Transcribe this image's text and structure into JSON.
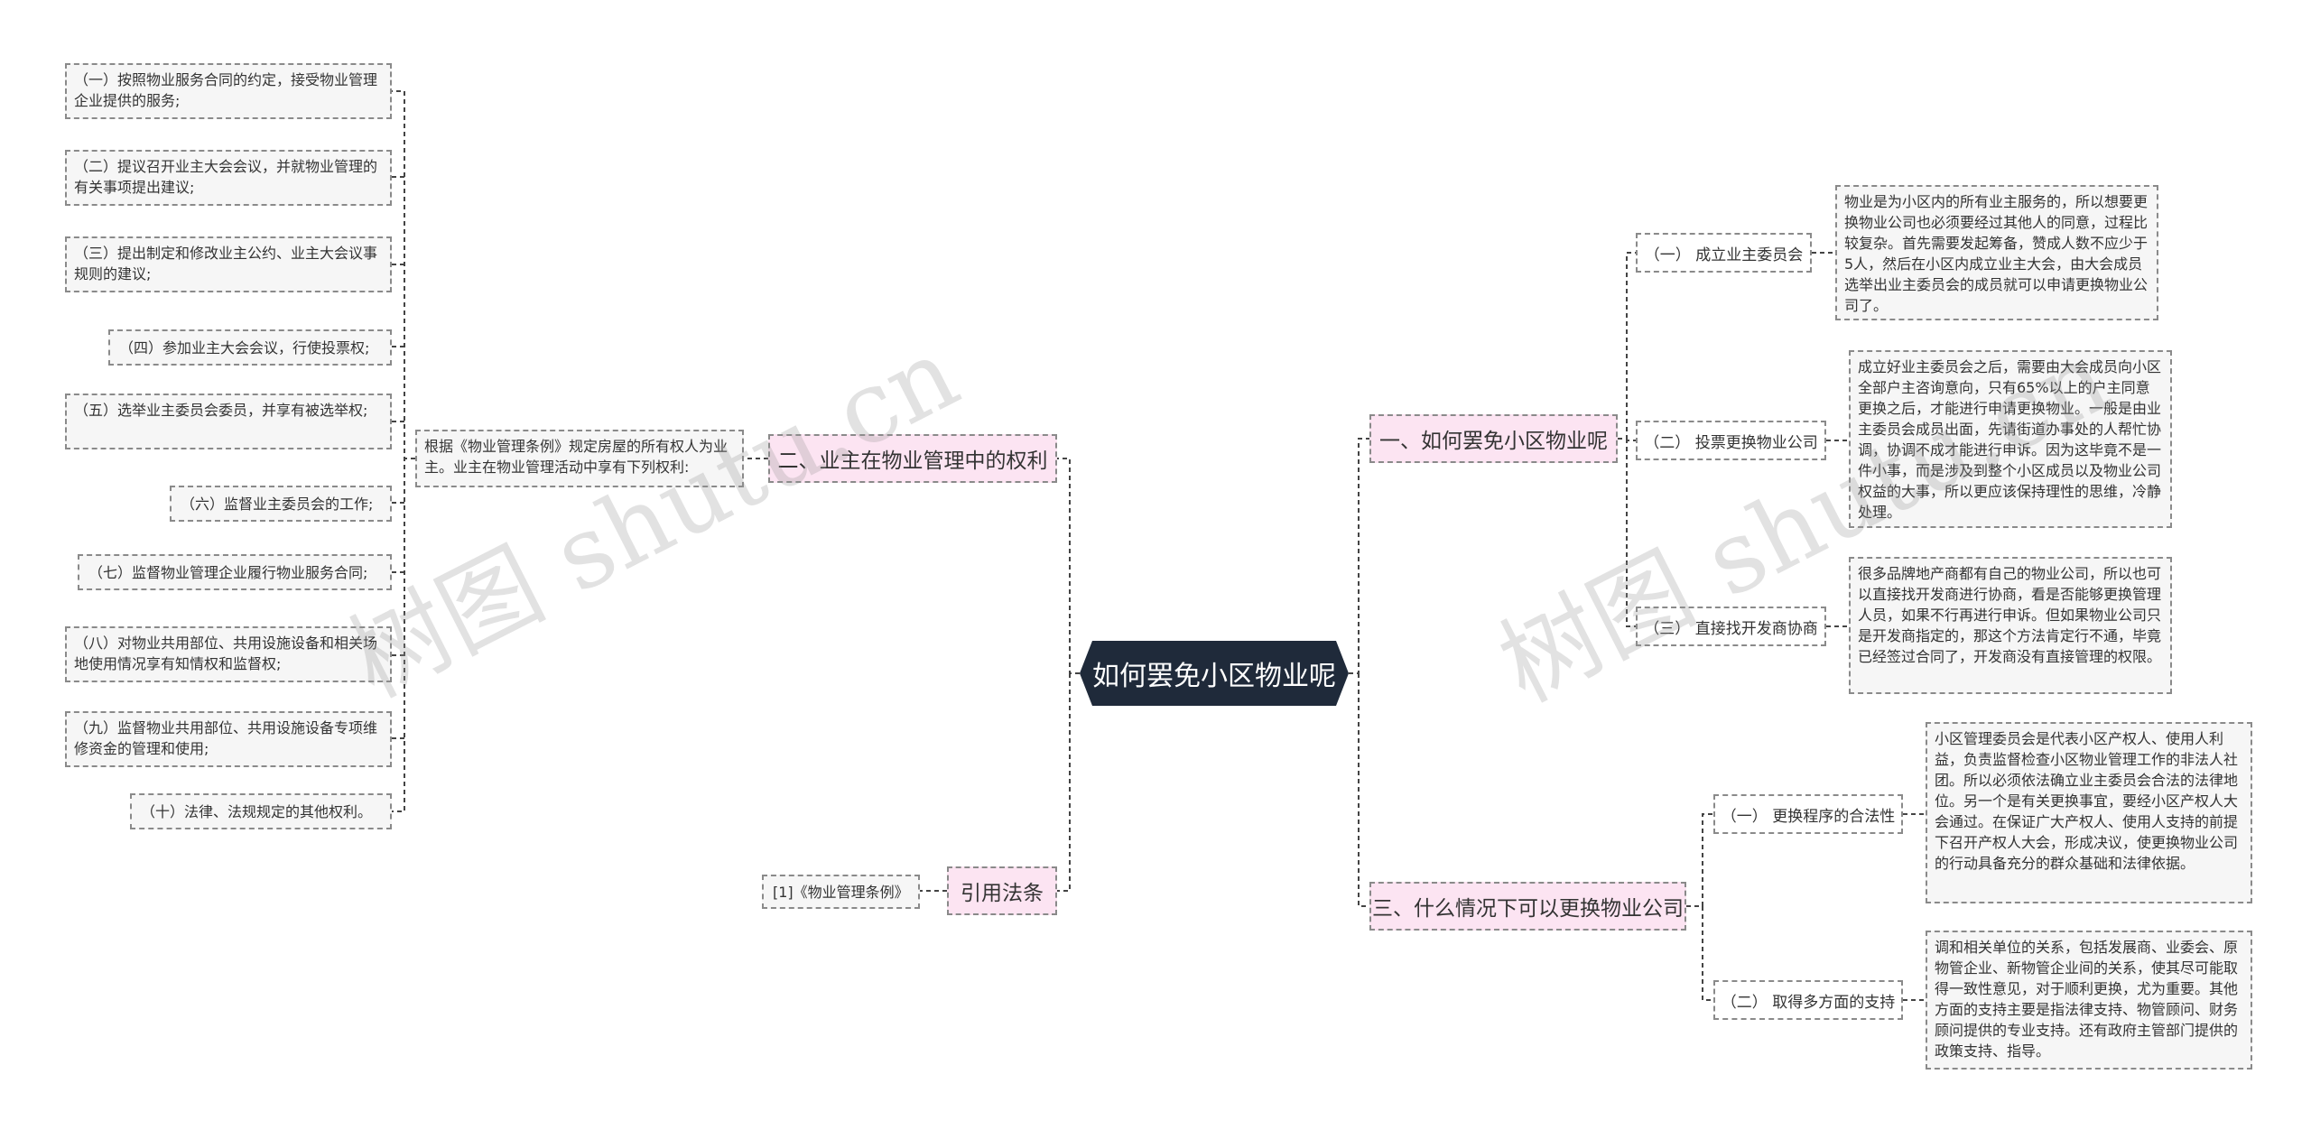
{
  "root": {
    "label": "如何罢免小区物业呢"
  },
  "branches": {
    "b1": {
      "label": "一、如何罢免小区物业呢",
      "subs": [
        {
          "label": "（一） 成立业主委员会",
          "text": "物业是为小区内的所有业主服务的，所以想要更换物业公司也必须要经过其他人的同意，过程比较复杂。首先需要发起筹备，赞成人数不应少于5人，然后在小区内成立业主大会，由大会成员选举出业主委员会的成员就可以申请更换物业公司了。"
        },
        {
          "label": "（二） 投票更换物业公司",
          "text": "成立好业主委员会之后，需要由大会成员向小区全部户主咨询意向，只有65%以上的户主同意更换之后，才能进行申请更换物业。一般是由业主委员会成员出面，先请街道办事处的人帮忙协调，协调不成才能进行申诉。因为这毕竟不是一件小事，而是涉及到整个小区成员以及物业公司权益的大事，所以更应该保持理性的思维，冷静处理。"
        },
        {
          "label": "（三） 直接找开发商协商",
          "text": "很多品牌地产商都有自己的物业公司，所以也可以直接找开发商进行协商，看是否能够更换管理人员，如果不行再进行申诉。但如果物业公司只是开发商指定的，那这个方法肯定行不通，毕竟已经签过合同了，开发商没有直接管理的权限。"
        }
      ]
    },
    "b2": {
      "label": "二、业主在物业管理中的权利",
      "intro": "根据《物业管理条例》规定房屋的所有权人为业主。业主在物业管理活动中享有下列权利:",
      "items": [
        "（一）按照物业服务合同的约定，接受物业管理企业提供的服务;",
        "（二）提议召开业主大会会议，并就物业管理的有关事项提出建议;",
        "（三）提出制定和修改业主公约、业主大会议事规则的建议;",
        "（四）参加业主大会会议，行使投票权;",
        "（五）选举业主委员会委员，并享有被选举权;",
        "（六）监督业主委员会的工作;",
        "（七）监督物业管理企业履行物业服务合同;",
        "（八）对物业共用部位、共用设施设备和相关场地使用情况享有知情权和监督权;",
        "（九）监督物业共用部位、共用设施设备专项维修资金的管理和使用;",
        "（十）法律、法规规定的其他权利。"
      ]
    },
    "b3": {
      "label": "三、什么情况下可以更换物业公司",
      "subs": [
        {
          "label": "（一） 更换程序的合法性",
          "text": "小区管理委员会是代表小区产权人、使用人利益，负责监督检查小区物业管理工作的非法人社团。所以必须依法确立业主委员会合法的法律地位。另一个是有关更换事宜，要经小区产权人大会通过。在保证广大产权人、使用人支持的前提下召开产权人大会，形成决议，使更换物业公司的行动具备充分的群众基础和法律依据。"
        },
        {
          "label": "（二） 取得多方面的支持",
          "text": "调和相关单位的关系，包括发展商、业委会、原物管企业、新物管企业间的关系，使其尽可能取得一致性意见，对于顺利更换，尤为重要。其他方面的支持主要是指法律支持、物管顾问、财务顾问提供的专业支持。还有政府主管部门提供的政策支持、指导。"
        }
      ]
    },
    "b4": {
      "label": "引用法条",
      "items": [
        "[1]《物业管理条例》"
      ]
    }
  },
  "watermarks": [
    "树图 shutu.cn",
    "树图 shutu.cn"
  ],
  "colors": {
    "root_bg": "#1f2a3a",
    "branch_bg": "#fce4f2",
    "leaf_bg": "#f6f6f6",
    "line": "#444444"
  }
}
